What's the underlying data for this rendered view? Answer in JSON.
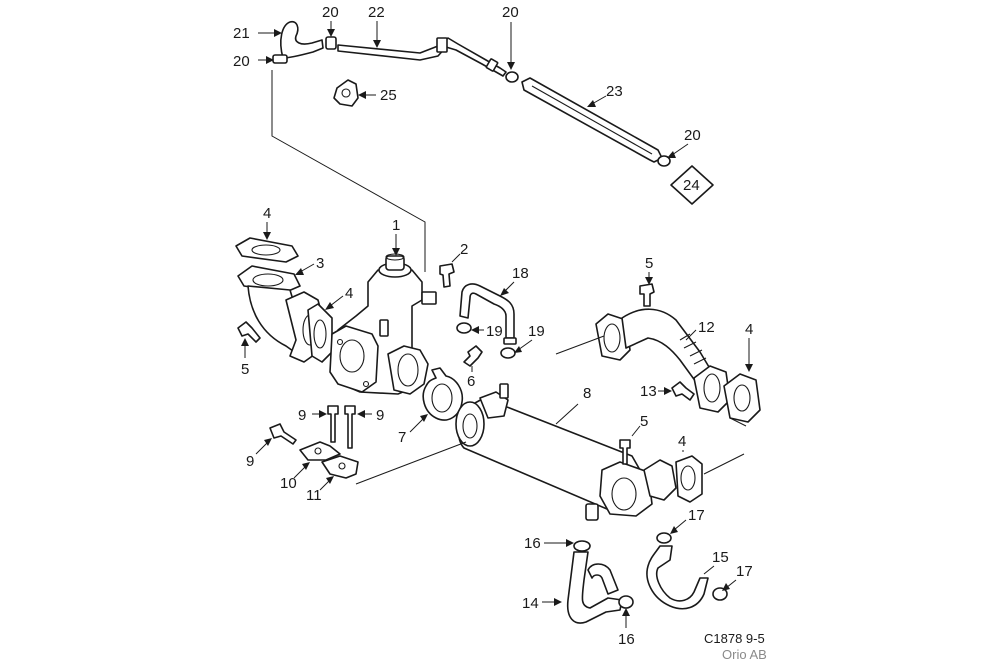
{
  "callouts": [
    {
      "id": "c21",
      "text": "21"
    },
    {
      "id": "c20a",
      "text": "20"
    },
    {
      "id": "c22",
      "text": "22"
    },
    {
      "id": "c20b",
      "text": "20"
    },
    {
      "id": "c20c",
      "text": "20"
    },
    {
      "id": "c25",
      "text": "25"
    },
    {
      "id": "c23",
      "text": "23"
    },
    {
      "id": "c20d",
      "text": "20"
    },
    {
      "id": "c24",
      "text": "24"
    },
    {
      "id": "c4a",
      "text": "4"
    },
    {
      "id": "c1",
      "text": "1"
    },
    {
      "id": "c2",
      "text": "2"
    },
    {
      "id": "c3",
      "text": "3"
    },
    {
      "id": "c4b",
      "text": "4"
    },
    {
      "id": "c18",
      "text": "18"
    },
    {
      "id": "c5a",
      "text": "5"
    },
    {
      "id": "c5b",
      "text": "5"
    },
    {
      "id": "c19a",
      "text": "19"
    },
    {
      "id": "c19b",
      "text": "19"
    },
    {
      "id": "c12",
      "text": "12"
    },
    {
      "id": "c4c",
      "text": "4"
    },
    {
      "id": "c6",
      "text": "6"
    },
    {
      "id": "c13",
      "text": "13"
    },
    {
      "id": "c8",
      "text": "8"
    },
    {
      "id": "c9a",
      "text": "9"
    },
    {
      "id": "c9b",
      "text": "9"
    },
    {
      "id": "c9c",
      "text": "9"
    },
    {
      "id": "c7",
      "text": "7"
    },
    {
      "id": "c5c",
      "text": "5"
    },
    {
      "id": "c4d",
      "text": "4"
    },
    {
      "id": "c10",
      "text": "10"
    },
    {
      "id": "c11",
      "text": "11"
    },
    {
      "id": "c17a",
      "text": "17"
    },
    {
      "id": "c16a",
      "text": "16"
    },
    {
      "id": "c15",
      "text": "15"
    },
    {
      "id": "c17b",
      "text": "17"
    },
    {
      "id": "c14",
      "text": "14"
    },
    {
      "id": "c16b",
      "text": "16"
    }
  ],
  "footer": {
    "code": "C1878 9-5",
    "owner": "Orio AB"
  }
}
